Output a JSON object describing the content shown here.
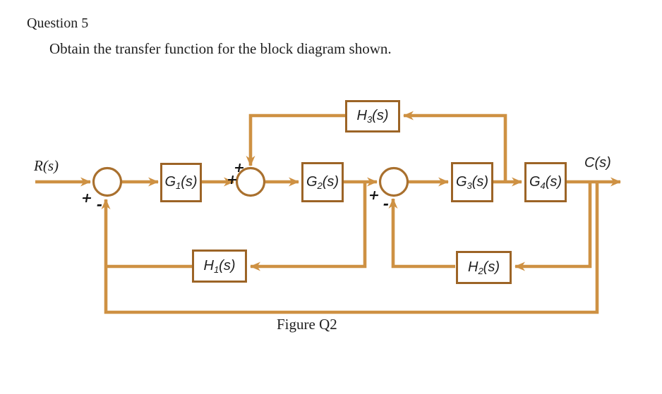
{
  "page": {
    "heading": "Question 5",
    "instruction": "Obtain the transfer function for the block diagram shown.",
    "caption": "Figure Q2"
  },
  "diagram": {
    "input": {
      "letter": "R",
      "arg": "(s)"
    },
    "output": {
      "letter": "C",
      "arg": "(s)"
    },
    "blocks": {
      "g1": {
        "letter": "G",
        "sub": "1",
        "arg": "(s)"
      },
      "g2": {
        "letter": "G",
        "sub": "2",
        "arg": "(s)"
      },
      "g3": {
        "letter": "G",
        "sub": "3",
        "arg": "(s)"
      },
      "g4": {
        "letter": "G",
        "sub": "4",
        "arg": "(s)"
      },
      "h1": {
        "letter": "H",
        "sub": "1",
        "arg": "(s)"
      },
      "h2": {
        "letter": "H",
        "sub": "2",
        "arg": "(s)"
      },
      "h3": {
        "letter": "H",
        "sub": "3",
        "arg": "(s)"
      }
    },
    "signs": {
      "sum1_plus": "+",
      "sum1_minus": "-",
      "sum2_top_plus": "+",
      "sum2_left_plus": "+",
      "sum3_plus": "+",
      "sum3_minus": "-"
    },
    "colors": {
      "line": "#CE9143",
      "block-border": "#9C6426",
      "circle-border": "#A9702E",
      "text": "#1F1F1F"
    }
  }
}
